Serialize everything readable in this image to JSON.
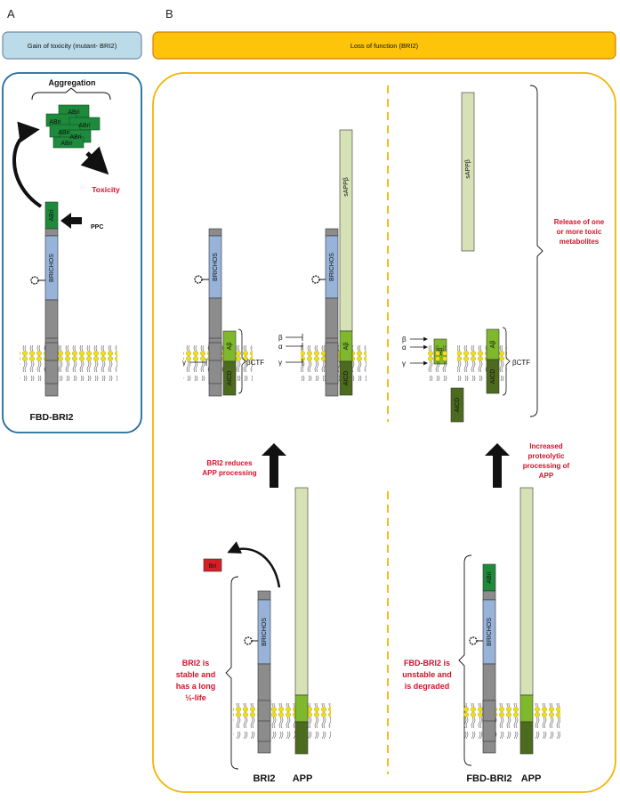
{
  "panels": {
    "a_letter": "A",
    "b_letter": "B",
    "a_header": "Gain of toxicity (mutant- BRI2)",
    "b_header": "Loss of function (BRI2)"
  },
  "panel_a": {
    "aggregation": "Aggregation",
    "abri_blocks": [
      "ABri",
      "ABri",
      "ABri",
      "ABri",
      "ABri",
      "ABri"
    ],
    "toxicity": "Toxicity",
    "ppc": "PPC",
    "abri": "ABri",
    "brichos": "BRICHOS",
    "title": "FBD-BRI2"
  },
  "panel_b": {
    "brichos": "BRICHOS",
    "sappb": "sAPPβ",
    "abeta": "Aβ",
    "aicd": "AICD",
    "bctf": "βCTF",
    "beta": "β",
    "alpha": "α",
    "gamma": "γ",
    "bri": "Bri",
    "abri": "ABri",
    "release_text": [
      "Release of one",
      "or more toxic",
      "metabolites"
    ],
    "bri2_reduces": [
      "BRI2 reduces",
      "APP processing"
    ],
    "increased_processing": [
      "Increased",
      "proteolytic",
      "processing of",
      "APP"
    ],
    "bri2_stable": [
      "BRI2 is",
      "stable and",
      "has a long",
      "½-life"
    ],
    "fbd_unstable": [
      "FBD-BRI2 is",
      "unstable and",
      "is degraded"
    ],
    "label_bri2": "BRI2",
    "label_app": "APP",
    "label_fbd_bri2": "FBD-BRI2",
    "label_app2": "APP"
  },
  "colors": {
    "header_a_fill": "#bcdbe8",
    "header_b_fill": "#fdc40a",
    "panel_a_border": "#1e6a9a",
    "panel_b_border": "#f4b400",
    "brichos_blue": "#98b3d9",
    "gray": "#8c8c8c",
    "abri_green": "#1e8a3c",
    "sapp_green": "#d6e2b5",
    "abeta_green": "#7fb82d",
    "aicd_green": "#4d6b1e",
    "bri_red": "#d71e26",
    "lipid_yellow": "#f0e012",
    "text_red": "#d3122b"
  }
}
